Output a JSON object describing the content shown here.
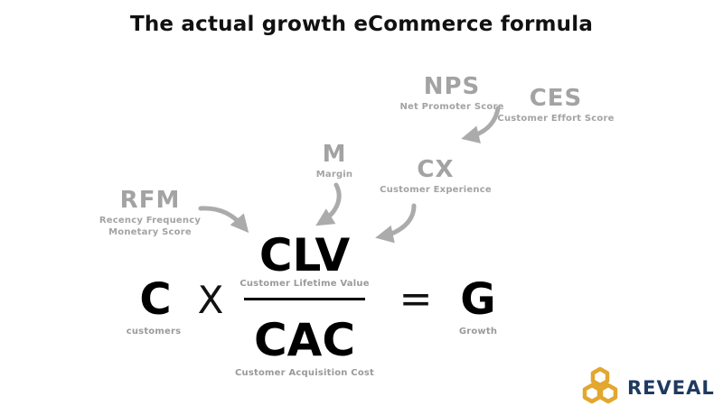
{
  "title": "The actual growth eCommerce formula",
  "metrics": {
    "nps": {
      "abbr": "NPS",
      "label": "Net Promoter Score"
    },
    "ces": {
      "abbr": "CES",
      "label": "Customer Effort Score"
    },
    "m": {
      "abbr": "M",
      "label": "Margin"
    },
    "cx": {
      "abbr": "CX",
      "label": "Customer Experience"
    },
    "rfm": {
      "abbr": "RFM",
      "label_line1": "Recency Frequency",
      "label_line2": "Monetary Score"
    }
  },
  "formula": {
    "c": {
      "symbol": "C",
      "label": "customers"
    },
    "times": "X",
    "clv": {
      "symbol": "CLV",
      "label": "Customer Lifetime Value"
    },
    "cac": {
      "symbol": "CAC",
      "label": "Customer Acquisition Cost"
    },
    "equals": "=",
    "g": {
      "symbol": "G",
      "label": "Growth"
    }
  },
  "brand": {
    "name": "REVEAL",
    "colors": {
      "gold": "#e2a72e",
      "navy": "#1e3a5f"
    }
  },
  "colors": {
    "metric_gray": "#a3a3a3",
    "arrow_gray": "#ababab",
    "text_black": "#000000"
  }
}
